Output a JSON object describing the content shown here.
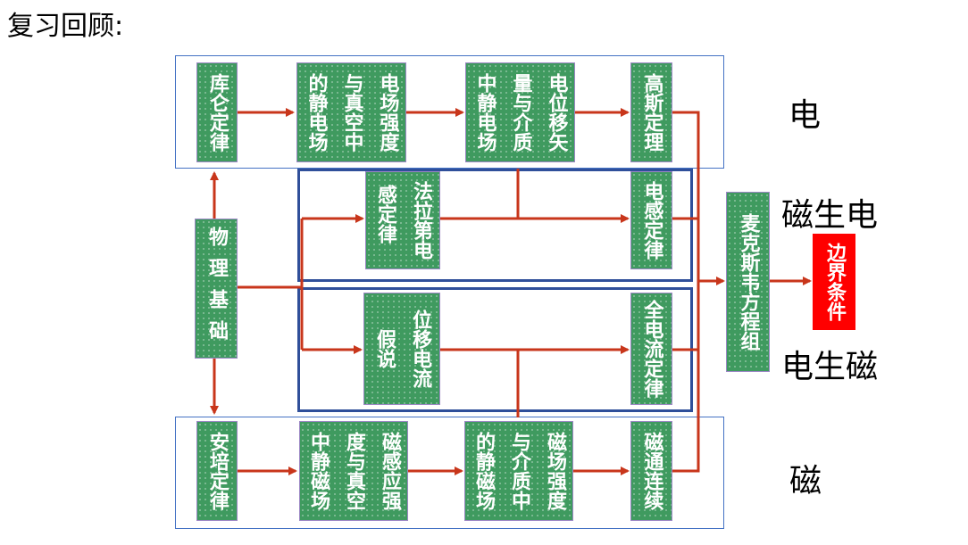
{
  "title": "复习回顾:",
  "nodes": {
    "coulomb": [
      "库仑定律"
    ],
    "field_vac": [
      "电场强度",
      "与真空中",
      "的静电场"
    ],
    "field_med": [
      "电位移矢",
      "量与介质",
      "中静电场"
    ],
    "gauss": [
      "高斯定理"
    ],
    "faraday": [
      "法拉第电",
      "感定律"
    ],
    "em_induction": [
      "电感定律"
    ],
    "displacement": [
      "位移电流",
      "假说"
    ],
    "ampere_full": [
      "全电流定律"
    ],
    "physics": [
      "物理基础"
    ],
    "ampere": [
      "安培定律"
    ],
    "mag_vac": [
      "磁感应强",
      "度与真空",
      "中静磁场"
    ],
    "mag_med": [
      "磁场强度",
      "与介质中",
      "的静磁场"
    ],
    "flux": [
      "磁通连续"
    ],
    "maxwell": [
      "麦克斯韦方程组"
    ],
    "boundary": [
      "边界条件"
    ]
  },
  "labels": {
    "electric": "电",
    "mag_to_elec": "磁生电",
    "elec_to_mag": "电生磁",
    "magnetic": "磁"
  },
  "colors": {
    "node": "#3f9a5f",
    "arrow": "#c8361b",
    "frame": "#4472c4",
    "frame_dark": "#2f4f9a",
    "boundary": "#ff0000"
  }
}
